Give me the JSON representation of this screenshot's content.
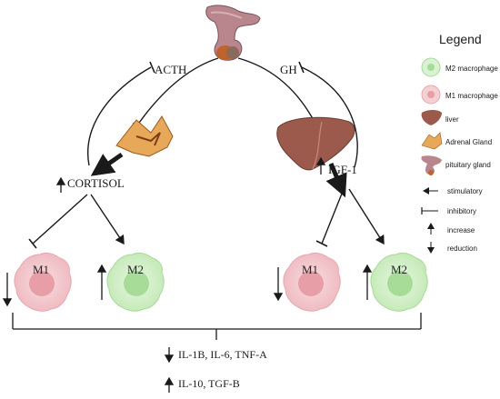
{
  "hormones": {
    "acth": "ACTH",
    "gh": "GH",
    "cortisol": "CORTISOL",
    "igf1": "IGF-1"
  },
  "cells": {
    "m1_left": "M1",
    "m2_left": "M2",
    "m1_right": "M1",
    "m2_right": "M2"
  },
  "cytokines": {
    "reduced": "IL-1B, IL-6, TNF-A",
    "increased": "IL-10, TGF-B"
  },
  "legend": {
    "title": "Legend",
    "items": [
      {
        "label": "M2 macrophage"
      },
      {
        "label": "M1 macrophage"
      },
      {
        "label": "liver"
      },
      {
        "label": "Adrenal Gland"
      },
      {
        "label": "pituitary gland"
      },
      {
        "label": "stimulatory"
      },
      {
        "label": "inhibitory"
      },
      {
        "label": "increase"
      },
      {
        "label": "reduction"
      }
    ]
  },
  "colors": {
    "m1_fill": "#f4cfd3",
    "m1_nucleus": "#e79ea6",
    "m2_fill": "#d9f2d3",
    "m2_nucleus": "#a6dc98",
    "liver": "#9b5a4c",
    "adrenal": "#e8a85a",
    "arrow": "#1a1a1a"
  }
}
